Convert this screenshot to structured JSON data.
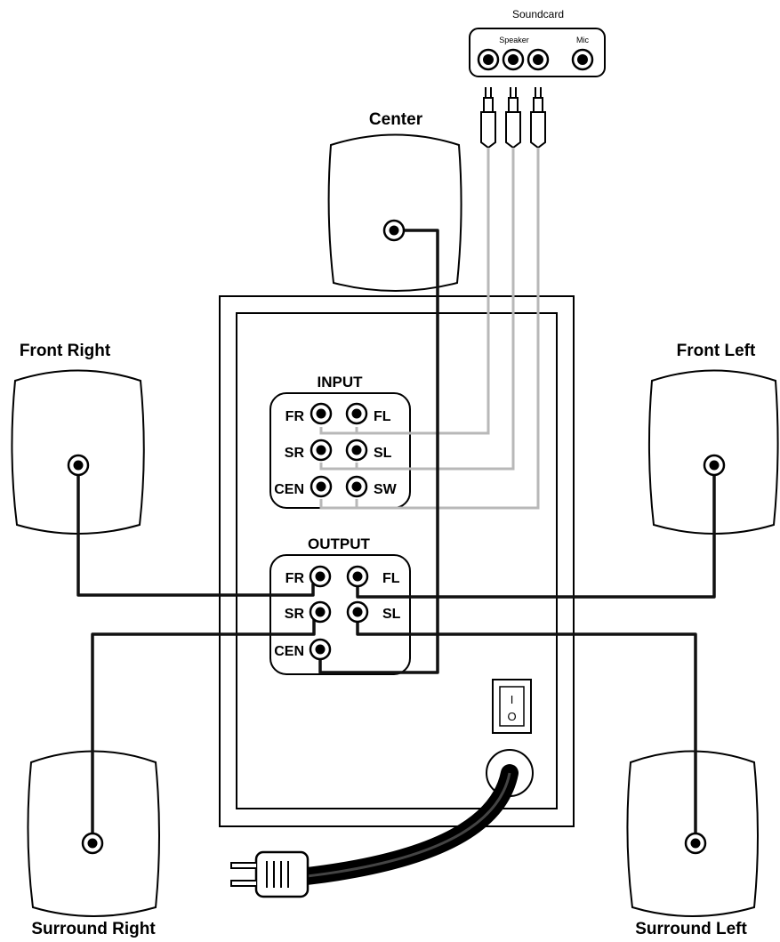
{
  "soundcard": {
    "title": "Soundcard",
    "speaker_label": "Speaker",
    "mic_label": "Mic"
  },
  "speakers": {
    "center": "Center",
    "front_right": "Front Right",
    "front_left": "Front Left",
    "surround_right": "Surround Right",
    "surround_left": "Surround Left"
  },
  "input_panel": {
    "title": "INPUT",
    "left_labels": [
      "FR",
      "SR",
      "CEN"
    ],
    "right_labels": [
      "FL",
      "SL",
      "SW"
    ]
  },
  "output_panel": {
    "title": "OUTPUT",
    "left_labels": [
      "FR",
      "SR",
      "CEN"
    ],
    "right_labels": [
      "FL",
      "SL"
    ]
  },
  "power_switch": {
    "on_symbol": "I",
    "off_symbol": "O"
  }
}
